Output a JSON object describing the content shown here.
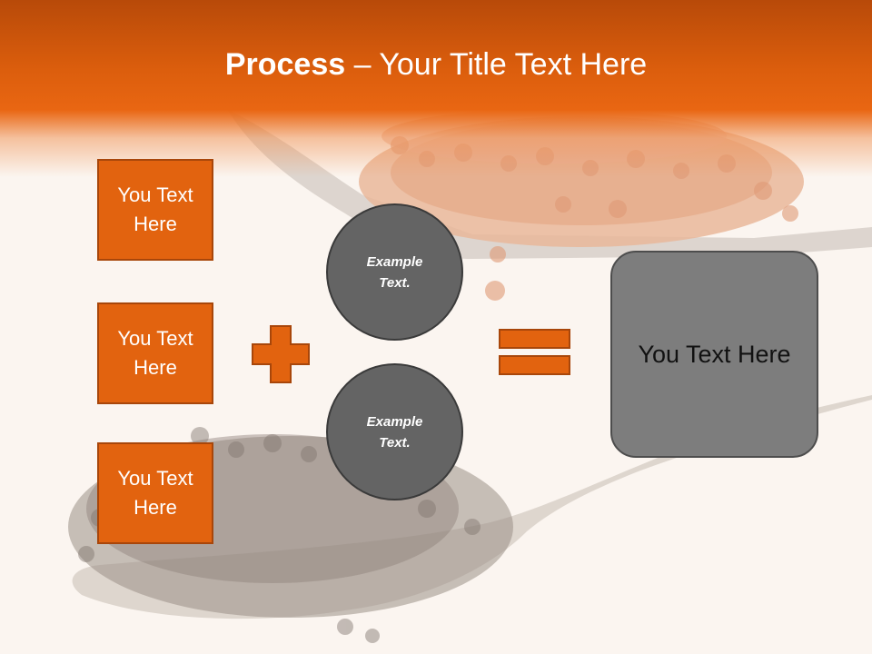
{
  "title": {
    "bold": "Process",
    "rest": " – Your Title Text Here"
  },
  "left_boxes": [
    {
      "text": "You Text Here"
    },
    {
      "text": "You Text Here"
    },
    {
      "text": "You Text Here"
    }
  ],
  "circles": [
    {
      "text": "Example Text."
    },
    {
      "text": "Example Text."
    }
  ],
  "result_box": {
    "text": "You Text Here"
  },
  "colors": {
    "accent": "#e2630f",
    "accent_border": "#a8460a",
    "circle_fill": "#646464",
    "result_fill": "#7d7d7d"
  },
  "icons": {
    "plus": "plus-icon",
    "equals": "equals-icon"
  }
}
